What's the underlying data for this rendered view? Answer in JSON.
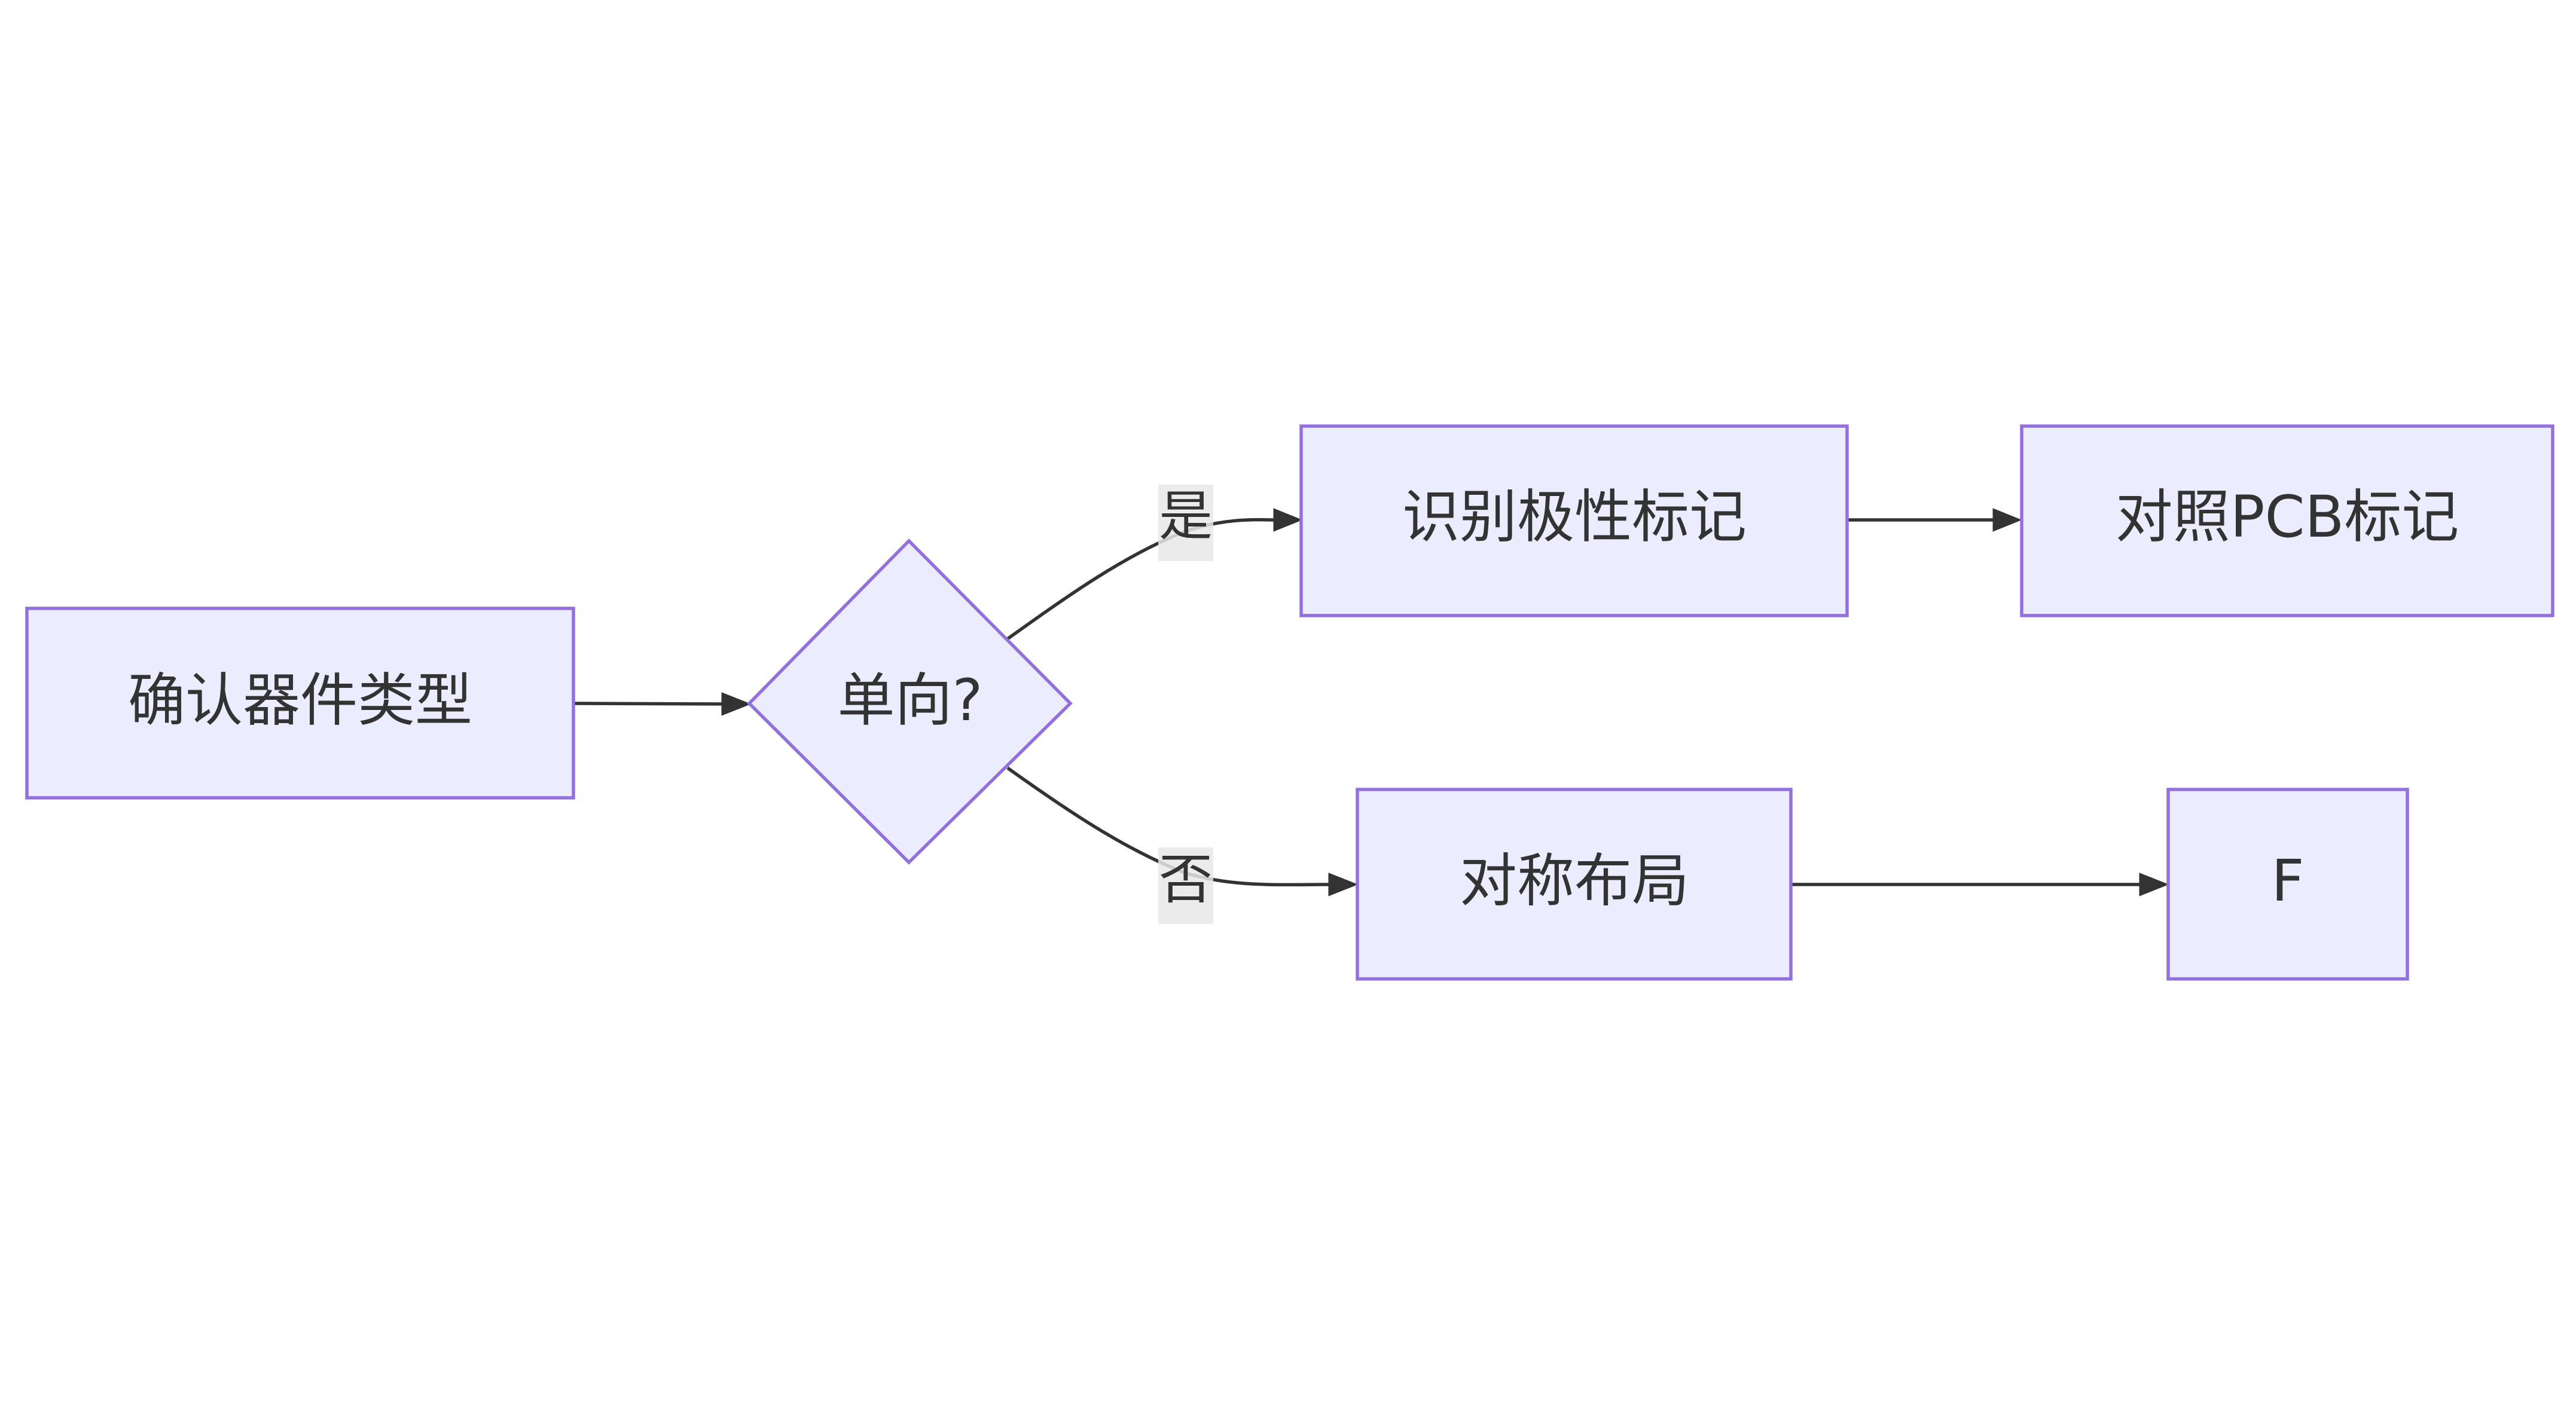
{
  "diagram": {
    "type": "flowchart",
    "direction": "left-to-right",
    "colors": {
      "node_fill": "#ECECFF",
      "node_stroke": "#9370DB",
      "edge": "#333333",
      "edge_label_bg": "#e8e8e8",
      "text": "#333333"
    },
    "nodes": {
      "confirm_type": {
        "label": "确认器件类型",
        "shape": "rectangle"
      },
      "unidirectional": {
        "label": "单向?",
        "shape": "diamond"
      },
      "identify_polarity": {
        "label": "识别极性标记",
        "shape": "rectangle"
      },
      "compare_pcb": {
        "label": "对照PCB标记",
        "shape": "rectangle"
      },
      "symmetric_layout": {
        "label": "对称布局",
        "shape": "rectangle"
      },
      "f_node": {
        "label": "F",
        "shape": "rectangle"
      }
    },
    "edges": [
      {
        "from": "confirm_type",
        "to": "unidirectional",
        "label": ""
      },
      {
        "from": "unidirectional",
        "to": "identify_polarity",
        "label": "是"
      },
      {
        "from": "unidirectional",
        "to": "symmetric_layout",
        "label": "否"
      },
      {
        "from": "identify_polarity",
        "to": "compare_pcb",
        "label": ""
      },
      {
        "from": "symmetric_layout",
        "to": "f_node",
        "label": ""
      }
    ]
  }
}
